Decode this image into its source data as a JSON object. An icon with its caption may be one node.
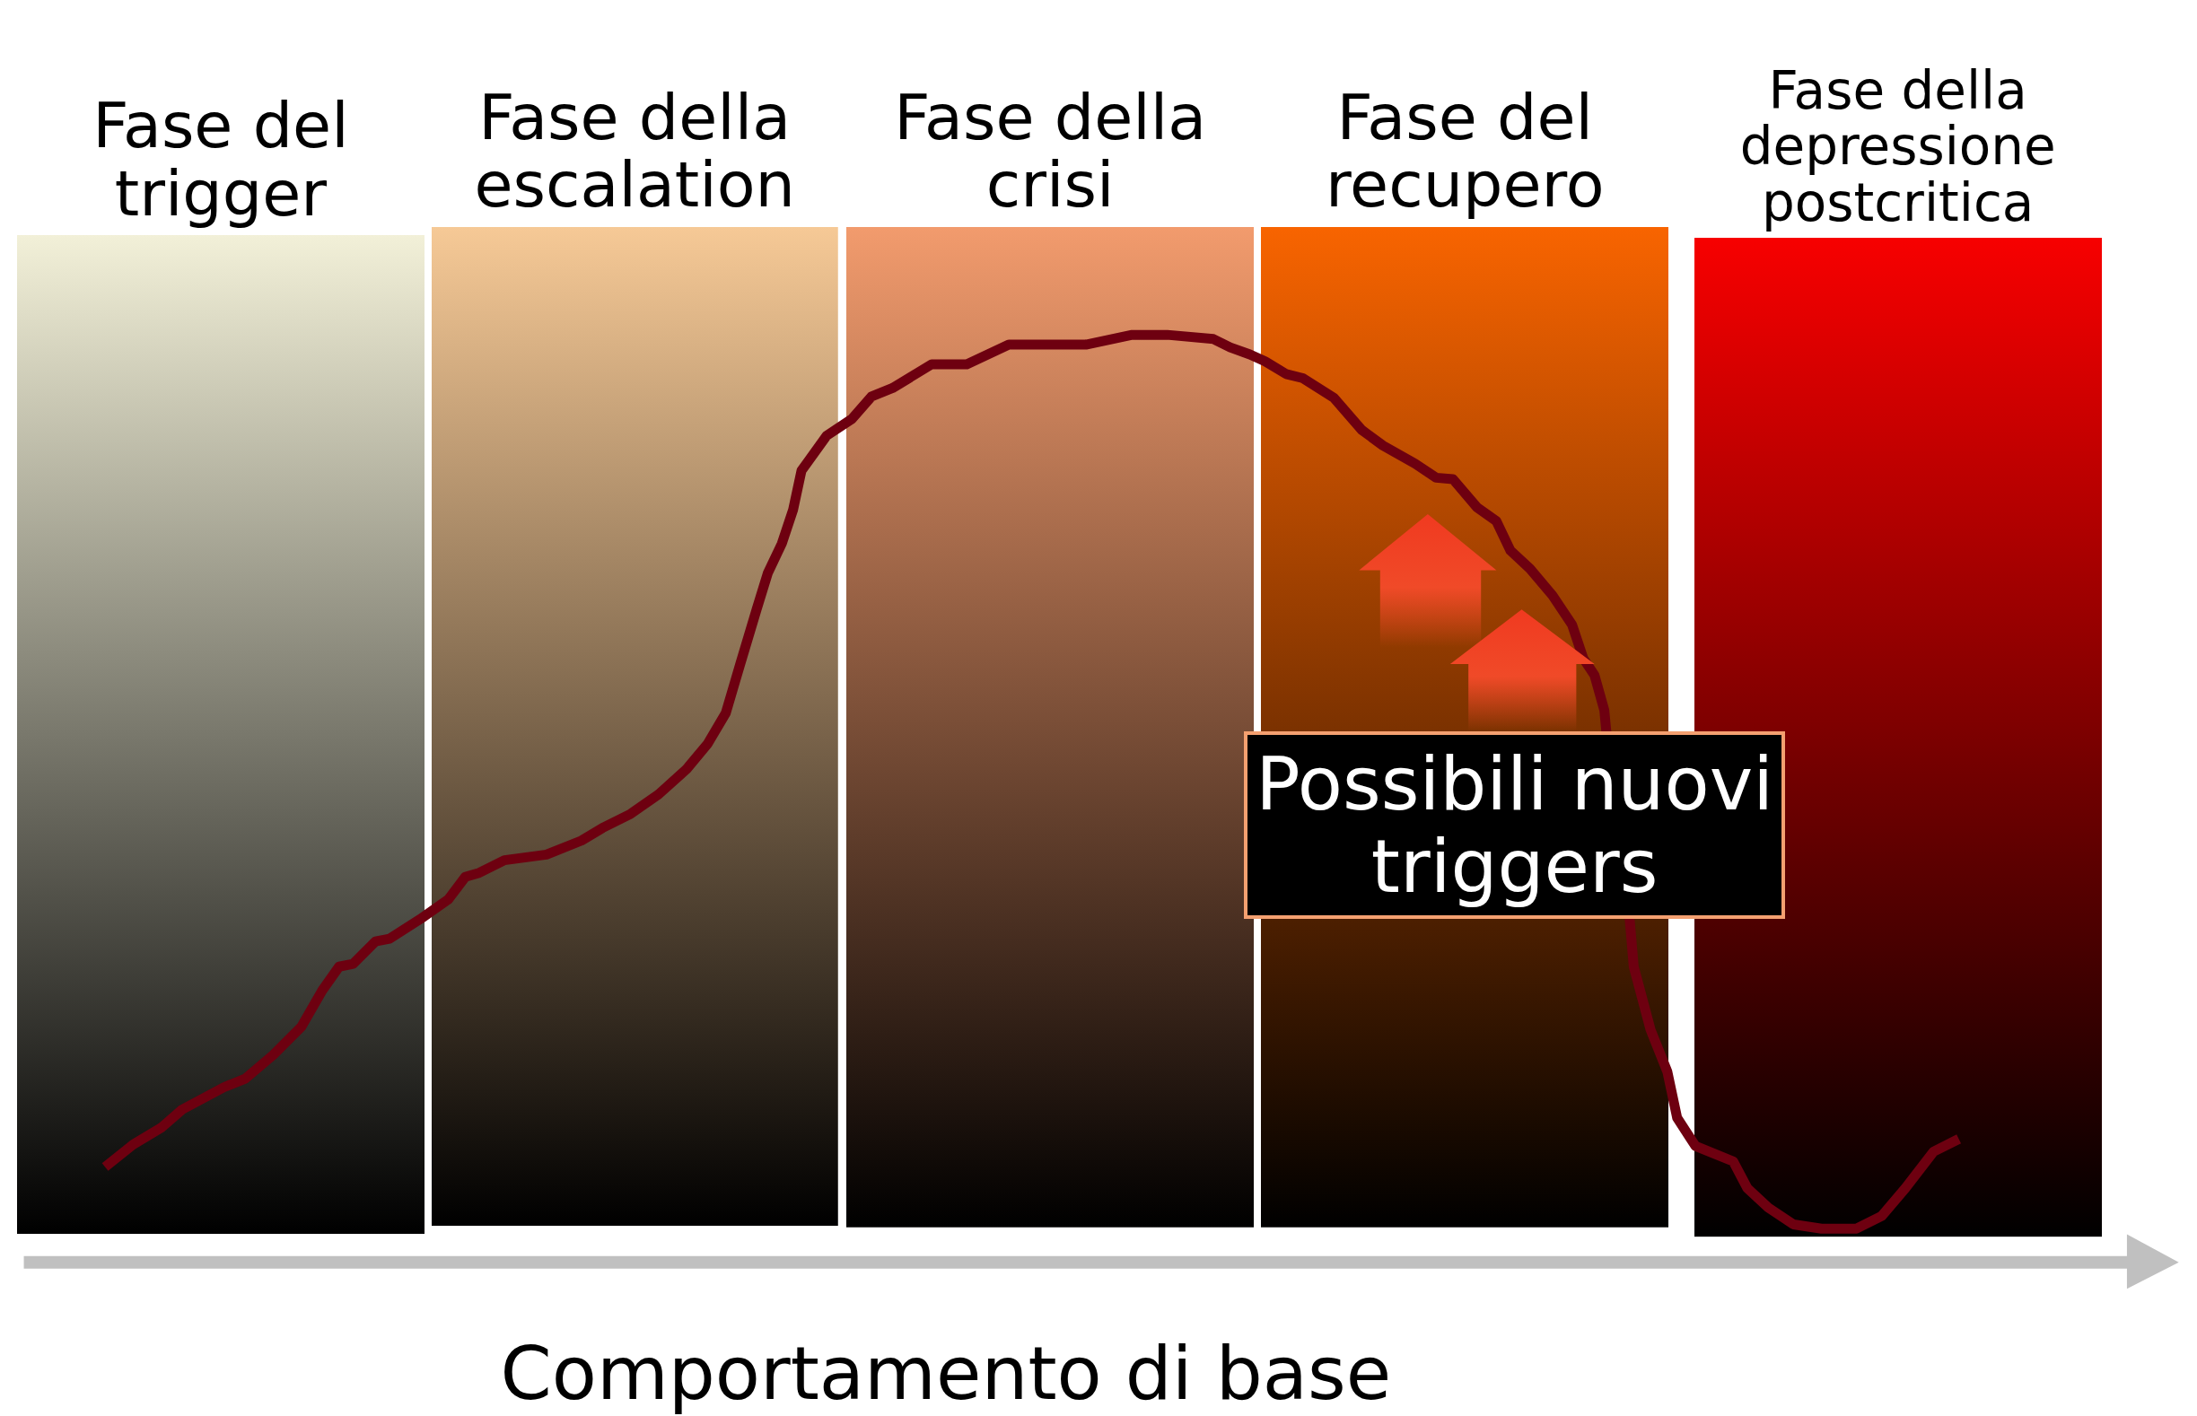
{
  "diagram": {
    "nodes": [
      {
        "text": [
          "Fase del trigger"
        ]
      },
      {
        "text": [
          "Fase della escalation"
        ]
      },
      {
        "text": [
          "Fase della crisi"
        ]
      },
      {
        "text": [
          "Fase del recupero"
        ]
      },
      {
        "text": [
          "Fase della depressione postcritica"
        ]
      },
      {
        "text": [
          "Possibili nuovi triggers"
        ]
      }
    ],
    "edges": [],
    "labels": [
      "Comportamento di base"
    ]
  }
}
